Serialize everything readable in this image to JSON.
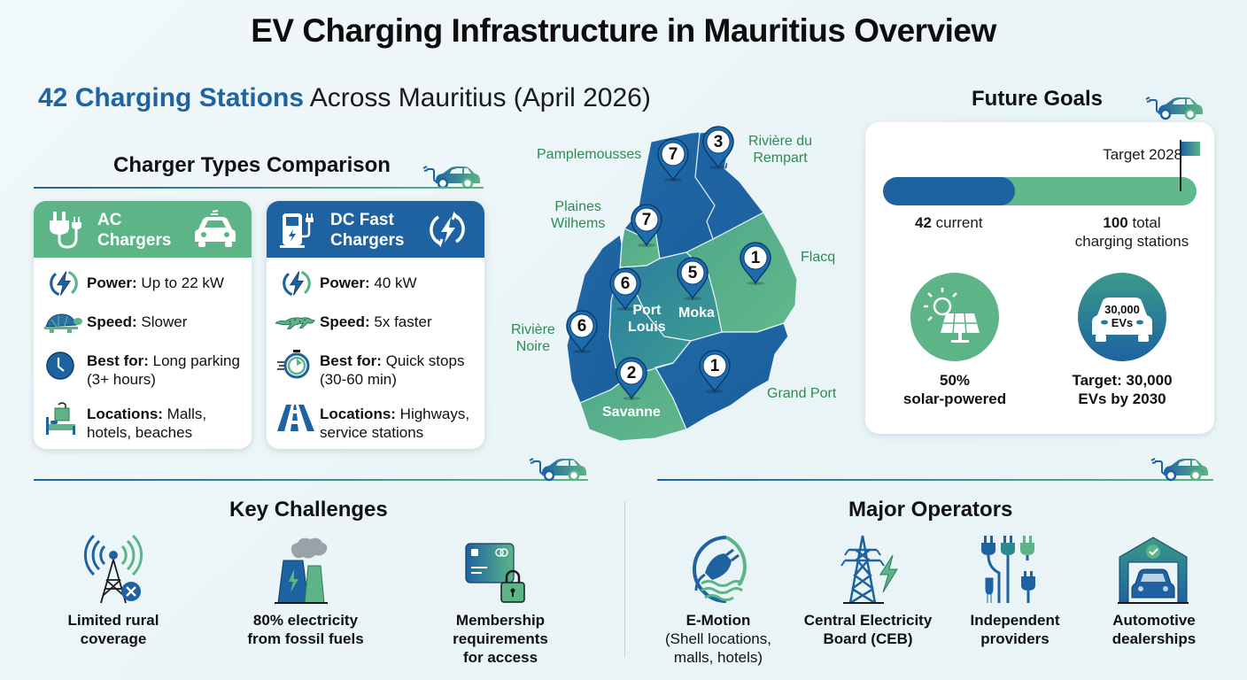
{
  "title": "EV Charging Infrastructure in Mauritius Overview",
  "subtitle": {
    "highlight": "42 Charging Stations",
    "rest": " Across Mauritius (April 2026)"
  },
  "colors": {
    "blue": "#1e62a1",
    "green": "#5cb487",
    "label_green": "#2e8a55",
    "background": "#eef7f9"
  },
  "charger_comparison": {
    "title": "Charger Types Comparison",
    "cards": [
      {
        "name": "AC Chargers",
        "title_line1": "AC",
        "title_line2": "Chargers",
        "icon_left": "plug-icon",
        "icon_right": "car-icon",
        "rows": [
          {
            "icon": "lightning-icon",
            "label": "Power:",
            "value": " Up to 22 kW"
          },
          {
            "icon": "turtle-icon",
            "label": "Speed:",
            "value": " Slower"
          },
          {
            "icon": "clock-icon",
            "label": "Best for:",
            "value": " Long parking (3+ hours)"
          },
          {
            "icon": "bed-shopping-bag-icon",
            "label": "Locations:",
            "value": " Malls, hotels, beaches"
          }
        ]
      },
      {
        "name": "DC Fast Chargers",
        "title_line1": "DC Fast",
        "title_line2": "Chargers",
        "icon_left": "charging-station-icon",
        "icon_right": "fast-charge-icon",
        "rows": [
          {
            "icon": "lightning-icon",
            "label": "Power:",
            "value": " 40 kW"
          },
          {
            "icon": "cheetah-icon",
            "label": "Speed:",
            "value": " 5x faster"
          },
          {
            "icon": "stopwatch-icon",
            "label": "Best for:",
            "value": " Quick stops (30-60 min)"
          },
          {
            "icon": "highway-icon",
            "label": "Locations:",
            "value": " Highways, service stations"
          }
        ]
      }
    ]
  },
  "map": {
    "districts": [
      {
        "name": "Pamplemousses",
        "stations": 7
      },
      {
        "name": "Rivière du Rempart",
        "stations": 3
      },
      {
        "name": "Plaines Wilhems",
        "stations": 7
      },
      {
        "name": "Flacq",
        "stations": 1
      },
      {
        "name": "Port Louis",
        "stations": 6
      },
      {
        "name": "Moka",
        "stations": 5
      },
      {
        "name": "Rivière Noire",
        "stations": 6
      },
      {
        "name": "Savanne",
        "stations": 2
      },
      {
        "name": "Grand Port",
        "stations": 1
      }
    ],
    "labels": {
      "pamplemousses": "Pamplemousses",
      "riviere_du_rempart_1": "Rivière du",
      "riviere_du_rempart_2": "Rempart",
      "plaines_wilhems_1": "Plaines",
      "plaines_wilhems_2": "Wilhems",
      "flacq": "Flacq",
      "port_louis_1": "Port",
      "port_louis_2": "Louis",
      "moka": "Moka",
      "riviere_noire_1": "Rivière",
      "riviere_noire_2": "Noire",
      "savanne": "Savanne",
      "grand_port": "Grand Port"
    },
    "pins": {
      "pamplemousses": "7",
      "riviere_du_rempart": "3",
      "plaines_wilhems": "7",
      "flacq": "1",
      "port_louis": "6",
      "moka": "5",
      "riviere_noire": "6",
      "savanne": "2",
      "grand_port": "1"
    }
  },
  "future_goals": {
    "title": "Future Goals",
    "target_label": "Target 2028",
    "progress": {
      "current": 42,
      "target": 100,
      "fraction": 0.42
    },
    "current_num": "42",
    "current_text": " current",
    "target_num": "100",
    "target_text": " total",
    "target_text2": "charging stations",
    "solar": {
      "icon": "solar-panel-icon",
      "line1": "50%",
      "line2": "solar-powered"
    },
    "evs": {
      "icon": "car-icon",
      "badge_line1": "30,000",
      "badge_line2": "EVs",
      "line1": "Target: 30,000",
      "line2": "EVs by 2030"
    }
  },
  "challenges": {
    "title": "Key Challenges",
    "items": [
      {
        "icon": "signal-tower-x-icon",
        "line1": "Limited rural",
        "line2": "coverage"
      },
      {
        "icon": "power-plant-icon",
        "line1": "80% electricity",
        "line2": "from fossil fuels"
      },
      {
        "icon": "card-lock-icon",
        "line1": "Membership",
        "line2": "requirements",
        "line3": "for access"
      }
    ]
  },
  "operators": {
    "title": "Major Operators",
    "items": [
      {
        "icon": "plug-wave-icon",
        "line1": "E-Motion",
        "line2": "(Shell locations,",
        "line3": "malls, hotels)"
      },
      {
        "icon": "power-pylon-icon",
        "line1": "Central Electricity",
        "line2": "Board (CEB)"
      },
      {
        "icon": "plugs-icon",
        "line1": "Independent",
        "line2": "providers"
      },
      {
        "icon": "garage-car-icon",
        "line1": "Automotive",
        "line2": "dealerships"
      }
    ]
  }
}
